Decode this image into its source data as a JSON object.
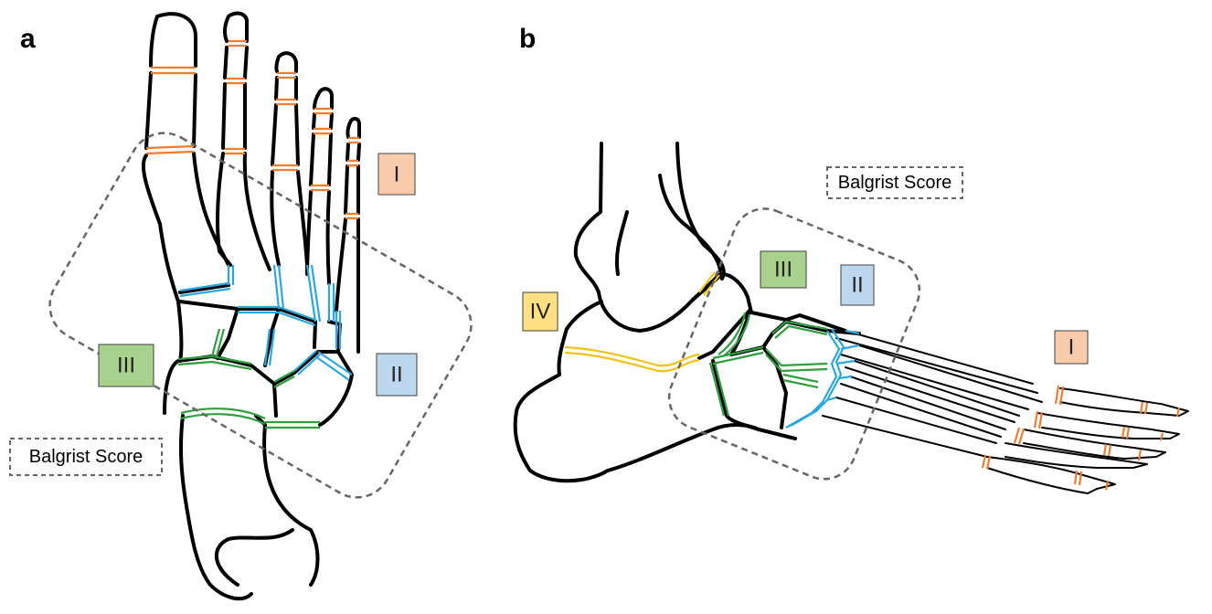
{
  "panels": [
    {
      "letter": "a"
    },
    {
      "letter": "b"
    }
  ],
  "score_label": "Balgrist Score",
  "grades": {
    "I": "I",
    "II": "II",
    "III": "III",
    "IV": "IV"
  },
  "colors": {
    "grade_I_fill": "#f8cbad",
    "grade_I_joint": "#ed7d31",
    "grade_II_fill": "#bdd7ee",
    "grade_II_joint": "#29a8e0",
    "grade_III_fill": "#a9d18e",
    "grade_III_joint": "#2e9e3e",
    "grade_IV_fill": "#ffe082",
    "grade_IV_joint": "#f4c20d",
    "region_outline": "#666666"
  }
}
